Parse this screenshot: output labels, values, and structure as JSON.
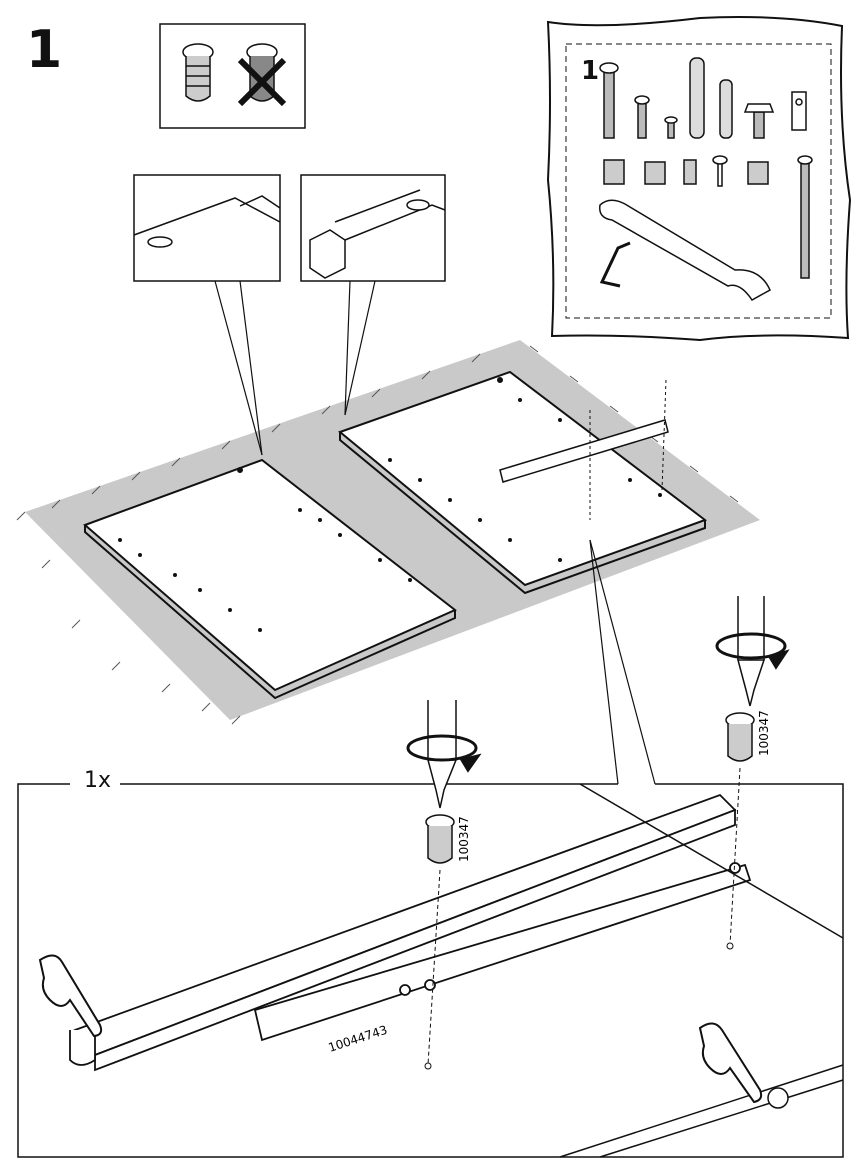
{
  "step": {
    "number": "1"
  },
  "hardware_bag": {
    "step_number": "1"
  },
  "detail": {
    "quantity": "1x"
  },
  "part_numbers": {
    "screw_left": "100347",
    "screw_right": "100347",
    "runner": "10044743"
  },
  "icons": {
    "correct_screw": "screw-icon",
    "wrong_screw": "crossed-out-screw-icon",
    "screwdriver": "screwdriver-icon",
    "rotate": "rotate-clockwise-icon",
    "hand": "pointing-hand-icon"
  }
}
